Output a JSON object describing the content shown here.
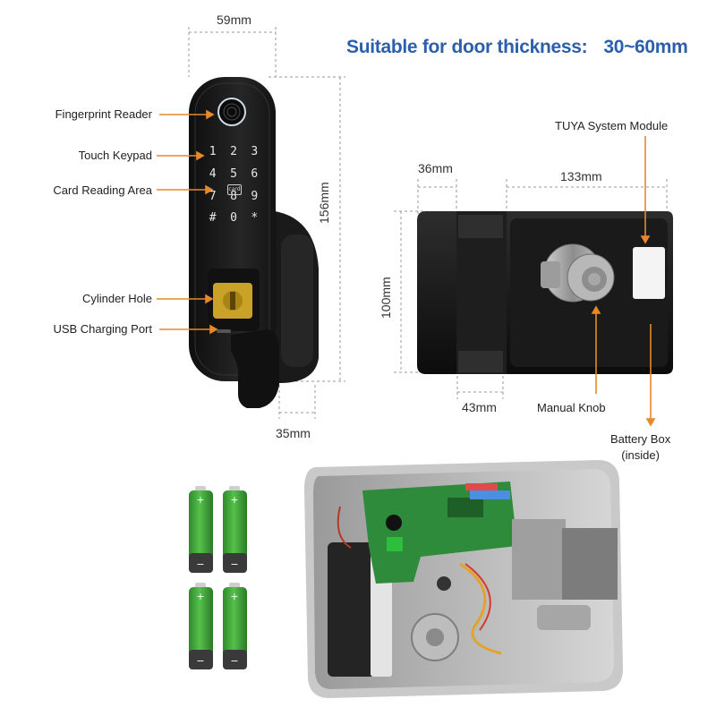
{
  "headline": {
    "text": "Suitable for door thickness:",
    "value": "30~60mm"
  },
  "handle_dims": {
    "width": "59mm",
    "height": "156mm",
    "depth": "35mm"
  },
  "handle_labels": {
    "fingerprint": "Fingerprint Reader",
    "keypad": "Touch Keypad",
    "card": "Card Reading Area",
    "cylinder": "Cylinder Hole",
    "usb": "USB Charging Port"
  },
  "keypad_keys": [
    "1",
    "2",
    "3",
    "4",
    "5",
    "6",
    "7",
    "8",
    "9",
    "#",
    "0",
    "*"
  ],
  "card_badge": "card",
  "box_dims": {
    "side": "36mm",
    "width": "133mm",
    "height": "100mm",
    "bottom": "43mm"
  },
  "box_labels": {
    "tuya": "TUYA System Module",
    "knob": "Manual Knob",
    "battery_line1": "Battery Box",
    "battery_line2": "(inside)"
  },
  "battery_icons": [
    "battery-icon",
    "battery-icon",
    "battery-icon",
    "battery-icon"
  ],
  "colors": {
    "headline": "#2b5fad",
    "arrow": "#e8882a",
    "battery_green": "#3aa335",
    "lock_body": "#1c1c1c",
    "cylinder_gold": "#c9a227",
    "pcb_green": "#2f8b3c"
  }
}
